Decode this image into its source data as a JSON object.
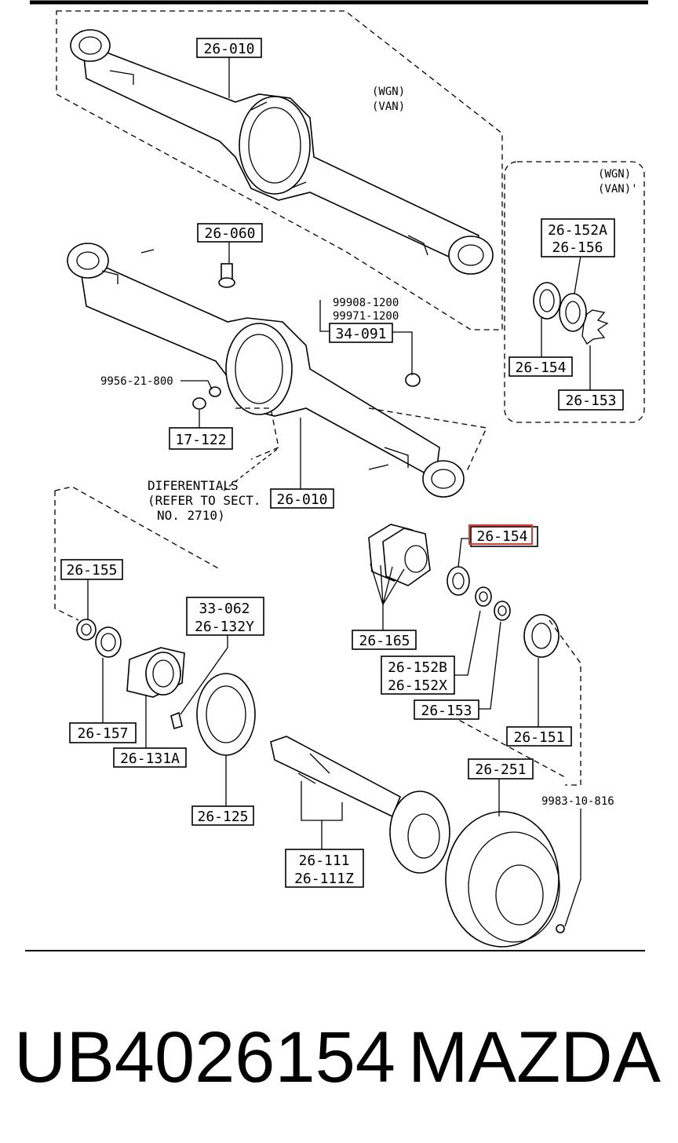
{
  "callouts": {
    "c26010a": "26-010",
    "c26010b": "26-010",
    "c26060": "26-060",
    "c34091": "34-091",
    "c17122": "17-122",
    "c26152A": "26-152A",
    "c26156": "26-156",
    "c26154a": "26-154",
    "c26153a": "26-153",
    "c26154b": "26-154",
    "c26165": "26-165",
    "c26152B": "26-152B",
    "c26152X": "26-152X",
    "c26153b": "26-153",
    "c26151": "26-151",
    "c26155": "26-155",
    "c33062": "33-062",
    "c26132Y": "26-132Y",
    "c26157": "26-157",
    "c26131A": "26-131A",
    "c26125": "26-125",
    "c26251": "26-251",
    "c26111": "26-111",
    "c26111Z": "26-111Z"
  },
  "notes": {
    "wgn1": "(WGN)",
    "van1": "(VAN)",
    "wgn2": "(WGN)",
    "van2": "(VAN)'",
    "n99908": "99908-1200",
    "n99971": "99971-1200",
    "n9956": "9956-21-800",
    "n9983": "9983-10-816",
    "dif1": "DIFERENTIALS",
    "dif2": "(REFER TO SECT.",
    "dif3": "NO. 2710)"
  },
  "highlight_color": "#e33333",
  "footer": {
    "part_number": "UB4026154",
    "brand": "MAZDA"
  }
}
